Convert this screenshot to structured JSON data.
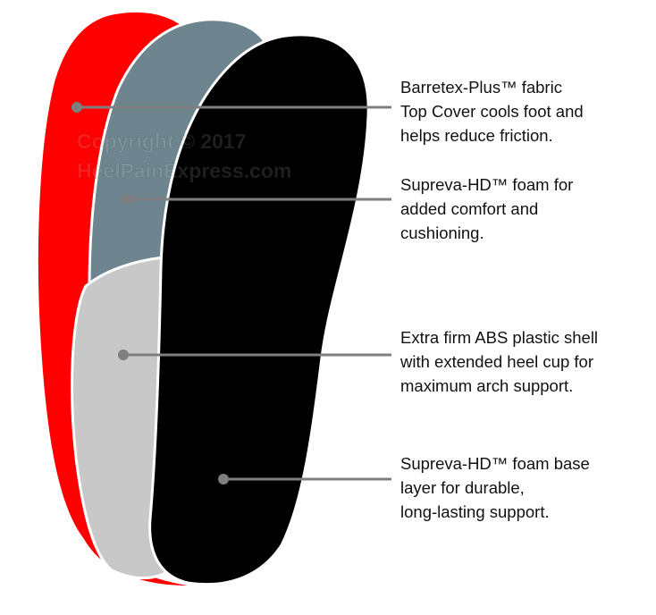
{
  "watermark": {
    "line1": "Copyright © 2017",
    "line2": "HeelPainExpress.com"
  },
  "layers": [
    {
      "id": "top-cover",
      "color": "#ff0000",
      "callout_lines": [
        "Barretex-Plus™ fabric",
        "Top Cover cools foot and",
        "helps reduce friction."
      ]
    },
    {
      "id": "comfort-foam",
      "color": "#6e858f",
      "callout_lines": [
        "Supreva-HD™ foam for",
        "added comfort and",
        "cushioning."
      ]
    },
    {
      "id": "abs-shell",
      "color": "#c8c8c8",
      "callout_lines": [
        "Extra firm ABS plastic shell",
        "with extended heel cup for",
        "maximum arch support."
      ]
    },
    {
      "id": "base-foam",
      "color": "#000000",
      "callout_lines": [
        "Supreva-HD™ foam base",
        "layer for durable,",
        "long-lasting support."
      ]
    }
  ],
  "callout_line_color": "#7f7f7f"
}
